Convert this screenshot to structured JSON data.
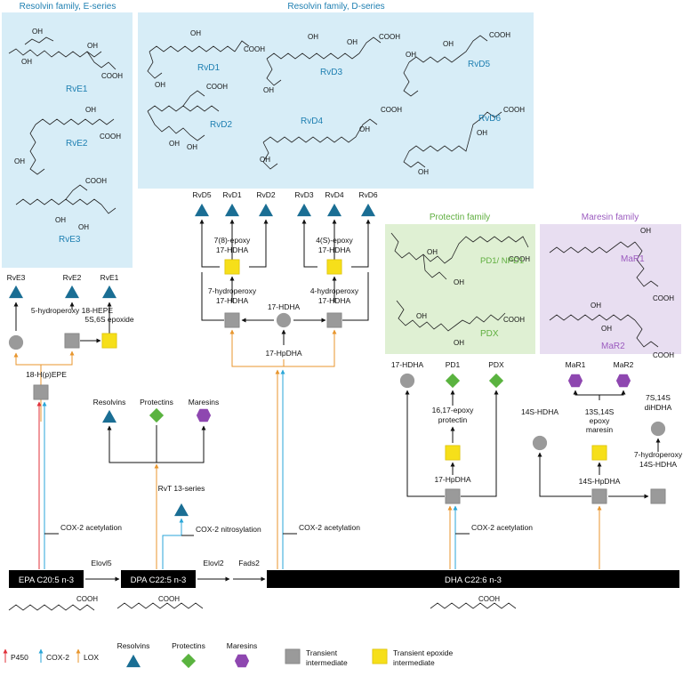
{
  "colors": {
    "resolvin_box": "#d7edf7",
    "protectin_box": "#dff0d3",
    "maresin_box": "#e8def1",
    "resolvin_text": "#1e7fb1",
    "protectin_text": "#5fae3f",
    "maresin_text": "#9b5bbf",
    "p450_arrow": "#e0303a",
    "cox2_arrow": "#2aa6d8",
    "lox_arrow": "#e8962d",
    "triangle": "#1a6e94",
    "diamond": "#5ab33f",
    "hexagon": "#8e47b0",
    "circle": "#9a9a9a",
    "square": "#9a9a9a",
    "epoxide": "#f6df1a"
  },
  "boxes": {
    "eseries_title": "Resolvin family, E-series",
    "dseries_title": "Resolvin family, D-series",
    "protectin_title": "Protectin family",
    "maresin_title": "Maresin family"
  },
  "structures": {
    "rve1": "RvE1",
    "rve2": "RvE2",
    "rve3": "RvE3",
    "rvd1": "RvD1",
    "rvd2": "RvD2",
    "rvd3": "RvD3",
    "rvd4": "RvD4",
    "rvd5": "RvD5",
    "rvd6": "RvD6",
    "pd1": "PD1/ NPD1",
    "pdx": "PDX",
    "mar1": "MaR1",
    "mar2": "MaR2",
    "oh": "OH",
    "cooh": "COOH"
  },
  "eseries": {
    "rve3": "RvE3",
    "rve2": "RvE2",
    "rve1": "RvE1",
    "hydroperoxy": "5-hydroperoxy 18-HEPE",
    "epoxide": "5S,6S epoxide",
    "hpepe": "18-H(p)EPE",
    "cox2": "COX-2 acetylation"
  },
  "dpa": {
    "resolvins": "Resolvins",
    "protectins": "Protectins",
    "maresins": "Maresins",
    "rvt": "RvT 13-series",
    "cox2": "COX-2 nitrosylation"
  },
  "dseries": {
    "products": [
      "RvD5",
      "RvD1",
      "RvD2",
      "RvD3",
      "RvD4",
      "RvD6"
    ],
    "epoxy_left": "7(8)-epoxy 17-HDHA",
    "epoxy_right": "4(S)-epoxy 17-HDHA",
    "hydroperoxy_left": "7-hydroperoxy 17-HDHA",
    "hdha": "17-HDHA",
    "hydroperoxy_right": "4-hydroperoxy 17-HDHA",
    "hpdha": "17-HpDHA",
    "cox2": "COX-2 acetylation"
  },
  "protectin_pathway": {
    "hdha": "17-HDHA",
    "pd1": "PD1",
    "pdx": "PDX",
    "epoxy": "16,17-epoxy protectin",
    "hpdha": "17-HpDHA",
    "cox2": "COX-2 acetylation"
  },
  "maresin_pathway": {
    "mar1": "MaR1",
    "mar2": "MaR2",
    "hdha": "14S-HDHA",
    "epoxy": "13S,14S epoxy maresin",
    "dihdha": "7S,14S diHDHA",
    "hpdha": "14S-HpDHA",
    "hydroperoxy": "7-hydroperoxy 14S-HDHA"
  },
  "bar": {
    "epa": "EPA C20:5 n-3",
    "elovl5": "Elovl5",
    "dpa": "DPA C22:5 n-3",
    "elovl2": "Elovl2",
    "fads2": "Fads2",
    "dha": "DHA C22:6 n-3",
    "cooh": "COOH"
  },
  "legend": {
    "p450": "P450",
    "cox2": "COX-2",
    "lox": "LOX",
    "resolvins": "Resolvins",
    "protectins": "Protectins",
    "maresins": "Maresins",
    "transient": "Transient intermediate",
    "epoxide": "Transient epoxide intermediate"
  }
}
